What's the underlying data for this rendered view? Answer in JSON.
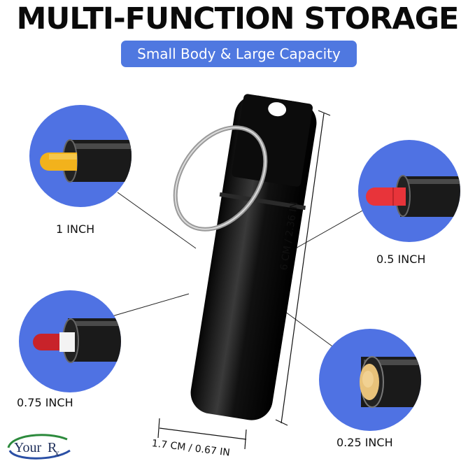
{
  "title": "MULTI-FUNCTION STORAGE",
  "subtitle": "Small Body & Large Capacity",
  "sizes": {
    "one_inch": "1 INCH",
    "half_inch": "0.5 INCH",
    "three_quarter_inch": "0.75 INCH",
    "quarter_inch": "0.25 INCH"
  },
  "dimensions": {
    "height": "6 CM / 2.36 IN",
    "width": "1.7 CM / 0.67 IN"
  },
  "logo": {
    "text": "YourRx"
  },
  "colors": {
    "accent": "#4f78e0",
    "circle": "#4f72e3",
    "capsule_yellow": "#f2b21c",
    "capsule_red": "#e8343a"
  }
}
